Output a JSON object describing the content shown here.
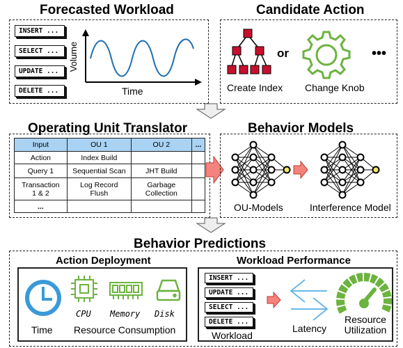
{
  "forecast": {
    "title": "Forecasted Workload",
    "queries": [
      "INSERT ...",
      "SELECT ...",
      "UPDATE ...",
      "DELETE ..."
    ],
    "ylabel": "Volume",
    "xlabel": "Time"
  },
  "candidate": {
    "title": "Candidate Action",
    "or_text": "or",
    "more_text": "•••",
    "create_index": "Create Index",
    "change_knob": "Change Knob"
  },
  "translator": {
    "title": "Operating Unit Translator",
    "headers": [
      "Input",
      "OU 1",
      "OU 2",
      "..."
    ],
    "rows": [
      [
        "Action",
        "Index Build",
        "",
        ""
      ],
      [
        "Query 1",
        "Sequential Scan",
        "JHT Build",
        ""
      ],
      [
        "Transaction 1 & 2",
        "Log Record Flush",
        "Garbage Collection",
        ""
      ],
      [
        "...",
        "",
        "",
        ""
      ]
    ]
  },
  "models": {
    "title": "Behavior Models",
    "ou_models": "OU-Models",
    "interference": "Interference Model"
  },
  "predictions": {
    "title": "Behavior Predictions",
    "deployment": {
      "title": "Action Deployment",
      "time": "Time",
      "cpu": "CPU",
      "memory": "Memory",
      "disk": "Disk",
      "resource": "Resource Consumption"
    },
    "performance": {
      "title": "Workload Performance",
      "queries": [
        "INSERT ...",
        "UPDATE ...",
        "SELECT ...",
        "DELETE ..."
      ],
      "workload": "Workload",
      "latency": "Latency",
      "resource_util": "Resource Utilization"
    }
  },
  "colors": {
    "accent_red": "#c8102e",
    "table_header": "#a9d2f3",
    "clock_blue": "#3a9ad9",
    "green": "#6cb33f",
    "arrow_fill": "#f4837d",
    "gray_arrow": "#eeeeee"
  }
}
